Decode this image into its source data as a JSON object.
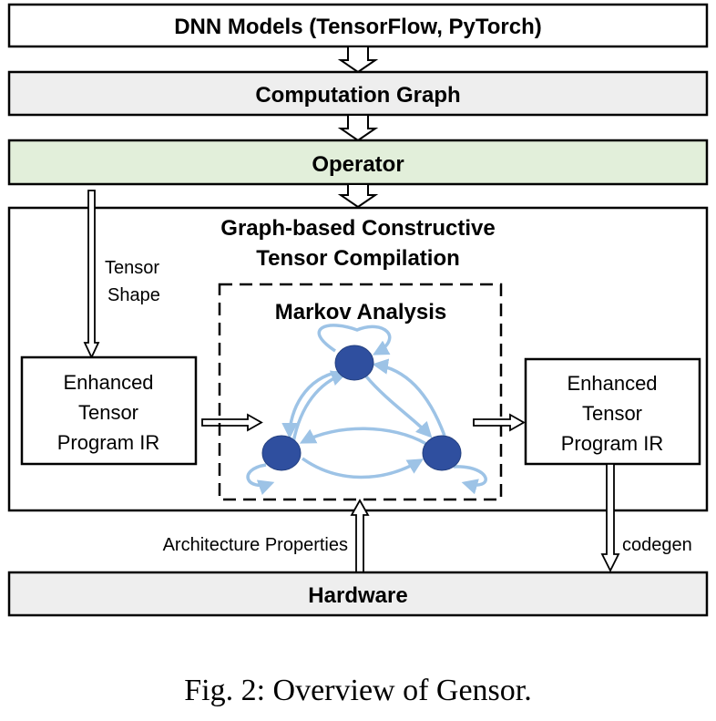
{
  "layers": {
    "dnn_models": "DNN Models (TensorFlow, PyTorch)",
    "computation_graph": "Computation Graph",
    "operator": "Operator",
    "hardware": "Hardware"
  },
  "compilation": {
    "title_line1": "Graph-based Constructive",
    "title_line2": "Tensor Compilation",
    "markov_title": "Markov Analysis"
  },
  "ir_left": {
    "line1": "Enhanced",
    "line2": "Tensor",
    "line3": "Program IR"
  },
  "ir_right": {
    "line1": "Enhanced",
    "line2": "Tensor",
    "line3": "Program IR"
  },
  "edge_labels": {
    "tensor_shape_line1": "Tensor",
    "tensor_shape_line2": "Shape",
    "architecture_properties": "Architecture Properties",
    "codegen": "codegen"
  },
  "caption": "Fig. 2: Overview of Gensor.",
  "colors": {
    "layer_gray": "#eeeeee",
    "operator_green": "#e2efda",
    "node_blue": "#2f4f9f",
    "edge_lightblue": "#9dc3e6"
  }
}
